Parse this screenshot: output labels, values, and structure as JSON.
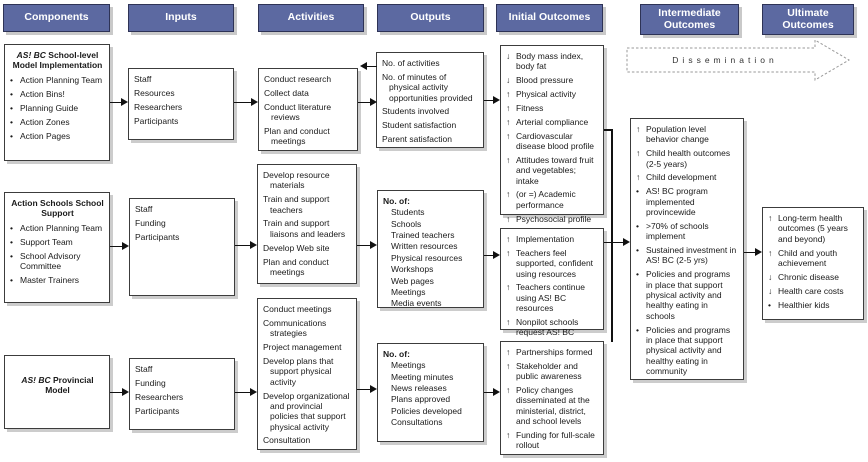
{
  "headers": [
    {
      "label": "Components"
    },
    {
      "label": "Inputs"
    },
    {
      "label": "Activities"
    },
    {
      "label": "Outputs"
    },
    {
      "label": "Initial Outcomes"
    },
    {
      "label": "Intermediate Outcomes"
    },
    {
      "label": "Ultimate Outcomes"
    }
  ],
  "dissemination": {
    "label": "Dissemination"
  },
  "colors": {
    "header_bg": "#5c69a1",
    "box_shadow": "#cccccc",
    "arrow": "#111111"
  },
  "boxes": {
    "comp1": {
      "title_prefix": "AS! BC ",
      "title_suffix": "School-level Model Implementation",
      "items": [
        {
          "m": "•",
          "t": "Action Planning Team"
        },
        {
          "m": "•",
          "t": "Action Bins!"
        },
        {
          "m": "•",
          "t": "Planning Guide"
        },
        {
          "m": "•",
          "t": "Action Zones"
        },
        {
          "m": "•",
          "t": "Action Pages"
        }
      ]
    },
    "inp1": {
      "items": [
        {
          "t": "Staff"
        },
        {
          "t": "Resources"
        },
        {
          "t": "Researchers"
        },
        {
          "t": "Participants"
        }
      ]
    },
    "act1": {
      "items": [
        {
          "t": "Conduct research"
        },
        {
          "t": "Collect data"
        },
        {
          "t": "Conduct literature reviews"
        },
        {
          "t": "Plan and conduct meetings"
        }
      ]
    },
    "out1": {
      "items": [
        {
          "t": "No. of activities"
        },
        {
          "t": "No. of minutes of physical activity opportunities provided"
        },
        {
          "t": "Students involved"
        },
        {
          "t": "Student satisfaction"
        },
        {
          "t": "Parent satisfaction"
        }
      ]
    },
    "init1": {
      "items": [
        {
          "m": "↓",
          "t": "Body mass index, body fat"
        },
        {
          "m": "↓",
          "t": "Blood pressure"
        },
        {
          "m": "↑",
          "t": "Physical activity"
        },
        {
          "m": "↑",
          "t": "Fitness"
        },
        {
          "m": "↑",
          "t": "Arterial compliance"
        },
        {
          "m": "↑",
          "t": "Cardiovascular disease blood profile"
        },
        {
          "m": "↑",
          "t": "Attitudes toward fruit and vegetables; intake"
        },
        {
          "m": "↑",
          "t": "(or =) Academic performance"
        },
        {
          "m": "↑",
          "t": "Psychosocial profile"
        }
      ]
    },
    "comp2": {
      "title_prefix": "",
      "title_suffix": "Action Schools School Support",
      "items": [
        {
          "m": "•",
          "t": "Action Planning Team"
        },
        {
          "m": "•",
          "t": "Support Team"
        },
        {
          "m": "•",
          "t": "School Advisory Committee"
        },
        {
          "m": "•",
          "t": "Master Trainers"
        }
      ]
    },
    "inp2": {
      "items": [
        {
          "t": "Staff"
        },
        {
          "t": "Funding"
        },
        {
          "t": "Participants"
        }
      ]
    },
    "act2": {
      "items": [
        {
          "t": "Develop resource materials"
        },
        {
          "t": "Train and support teachers"
        },
        {
          "t": "Train and support liaisons and leaders"
        },
        {
          "t": "Develop Web site"
        },
        {
          "t": "Plan and conduct meetings"
        }
      ]
    },
    "out2": {
      "heading": "No. of:",
      "items": [
        {
          "t": "Students"
        },
        {
          "t": "Schools"
        },
        {
          "t": "Trained teachers"
        },
        {
          "t": "Written resources"
        },
        {
          "t": "Physical resources"
        },
        {
          "t": "Workshops"
        },
        {
          "t": "Web pages"
        },
        {
          "t": "Meetings"
        },
        {
          "t": "Media events"
        }
      ]
    },
    "init2": {
      "items": [
        {
          "m": "↑",
          "t": "Implementation"
        },
        {
          "m": "↑",
          "t": "Teachers feel supported, confident using resources"
        },
        {
          "m": "↑",
          "t": "Teachers continue using AS! BC resources"
        },
        {
          "m": "↑",
          "t": "Nonpilot schools request AS! BC"
        }
      ]
    },
    "comp3": {
      "title_prefix": "AS! BC ",
      "title_suffix": "Provincial Model",
      "items": []
    },
    "inp3": {
      "items": [
        {
          "t": "Staff"
        },
        {
          "t": "Funding"
        },
        {
          "t": "Researchers"
        },
        {
          "t": "Participants"
        }
      ]
    },
    "act3": {
      "items": [
        {
          "t": "Conduct meetings"
        },
        {
          "t": "Communications strategies"
        },
        {
          "t": "Project management"
        },
        {
          "t": "Develop plans that support physical activity"
        },
        {
          "t": "Develop organizational and provincial policies that support physical activity"
        },
        {
          "t": "Consultation"
        }
      ]
    },
    "out3": {
      "heading": "No. of:",
      "items": [
        {
          "t": "Meetings"
        },
        {
          "t": "Meeting minutes"
        },
        {
          "t": "News releases"
        },
        {
          "t": "Plans approved"
        },
        {
          "t": "Policies developed"
        },
        {
          "t": "Consultations"
        }
      ]
    },
    "init3": {
      "items": [
        {
          "m": "↑",
          "t": "Partnerships formed"
        },
        {
          "m": "↑",
          "t": "Stakeholder and public awareness"
        },
        {
          "m": "↑",
          "t": "Policy changes disseminated at the ministerial, district, and school levels"
        },
        {
          "m": "↑",
          "t": "Funding for full-scale rollout"
        }
      ]
    },
    "inter": {
      "items": [
        {
          "m": "↑",
          "t": "Population level behavior change"
        },
        {
          "m": "↑",
          "t": "Child health outcomes (2-5 years)"
        },
        {
          "m": "↑",
          "t": "Child development"
        },
        {
          "m": "•",
          "t": "AS! BC program implemented provincewide"
        },
        {
          "m": "•",
          "t": ">70% of schools implement"
        },
        {
          "m": "•",
          "t": "Sustained investment in AS! BC (2-5 yrs)"
        },
        {
          "m": "•",
          "t": "Policies and programs in place that support physical activity and healthy eating in schools"
        },
        {
          "m": "•",
          "t": "Policies and programs in place that support physical activity and healthy eating in community"
        }
      ]
    },
    "ult": {
      "items": [
        {
          "m": "↑",
          "t": "Long-term health outcomes (5 years and beyond)"
        },
        {
          "m": "↑",
          "t": "Child and youth achievement"
        },
        {
          "m": "↓",
          "t": "Chronic disease"
        },
        {
          "m": "↓",
          "t": "Health care costs"
        },
        {
          "m": "•",
          "t": "Healthier kids"
        }
      ]
    }
  }
}
